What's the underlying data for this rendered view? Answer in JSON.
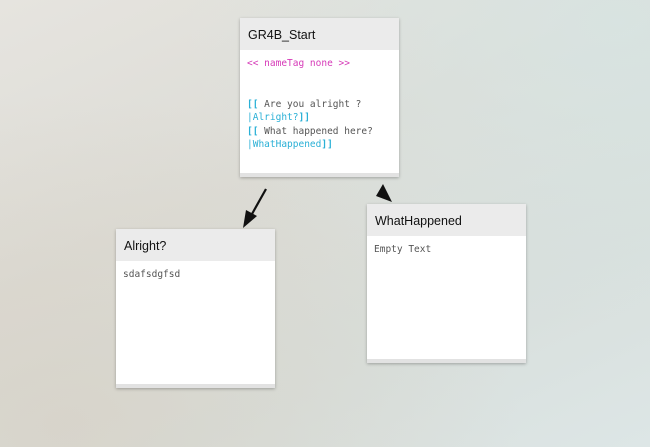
{
  "nodes": {
    "start": {
      "title": "GR4B_Start",
      "tag_line": "<< nameTag none >>",
      "links": [
        {
          "open": "[[",
          "text": " Are you alright ?",
          "target": "|Alright?",
          "close": "]]"
        },
        {
          "open": "[[",
          "text": " What happened here?",
          "target": "|WhatHappened",
          "close": "]]"
        }
      ]
    },
    "alright": {
      "title": "Alright?",
      "body": "sdafsdgfsd"
    },
    "what_happened": {
      "title": "WhatHappened",
      "body": "Empty Text"
    }
  },
  "colors": {
    "tag": "#d63ab8",
    "link_bracket": "#2ab0d6",
    "arrow": "#111111"
  }
}
